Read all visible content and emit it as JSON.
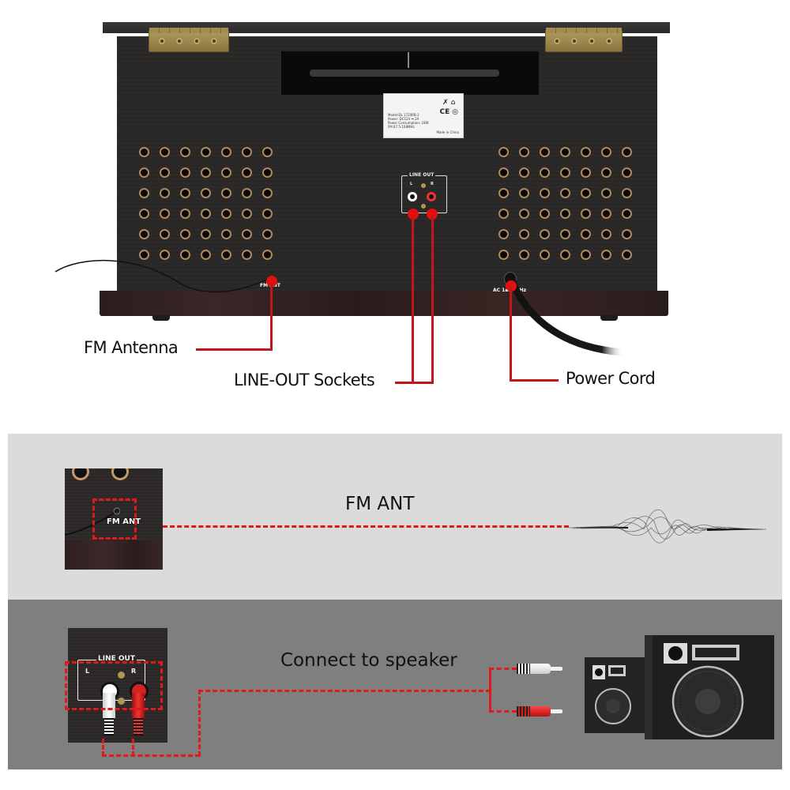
{
  "product_view": {
    "rating_label": {
      "model_line": "Model:DL 1720RB-2",
      "power_line": "Power: DC12V ⎓ 2A",
      "consumption_line": "Power Consumption: 18W",
      "fm_line": "FM 87.5-108MHz",
      "origin": "Made in China",
      "cert_marks": [
        "weee-bin-icon",
        "recycle-icon",
        "ce-mark-icon",
        "compliance-mark-icon"
      ]
    },
    "lineout_panel": {
      "title": "LINE OUT",
      "left_label": "L",
      "right_label": "R"
    },
    "fm_port_label": "FM ANT",
    "ac_port_label": "AC 1▪▪ ▪▪Hz",
    "grille_rows": 6,
    "grille_cols": 7
  },
  "callouts": {
    "fm_antenna": "FM Antenna",
    "line_out": "LINE-OUT Sockets",
    "power_cord": "Power Cord"
  },
  "colors": {
    "callout_line": "#c41618",
    "dash": "#e01a1a",
    "panel_light": "#dbdbdb",
    "panel_dark": "#7f7f7f"
  },
  "fm_panel": {
    "thumb_label": "FM ANT",
    "title": "FM ANT",
    "icon": "radio-wave-icon"
  },
  "speaker_panel": {
    "thumb_title": "LINE OUT",
    "thumb_left": "L",
    "thumb_right": "R",
    "title": "Connect to speaker",
    "plugs": [
      "white-rca-plug",
      "red-rca-plug"
    ],
    "icon": "speakers-icon"
  }
}
